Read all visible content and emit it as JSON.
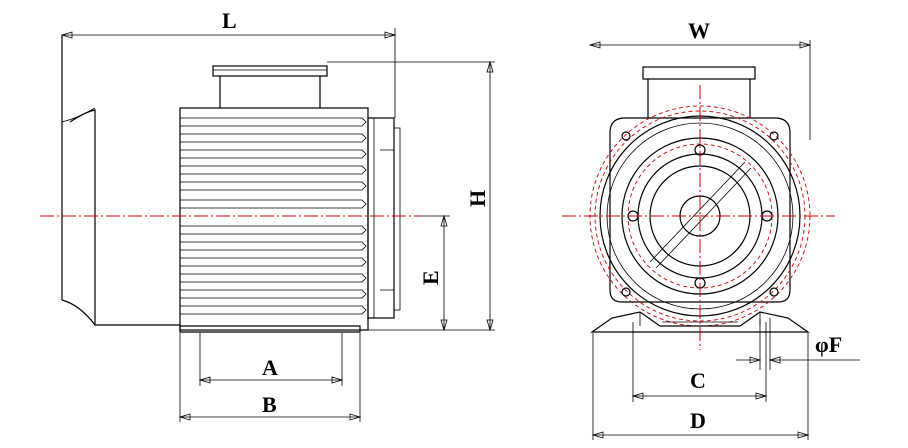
{
  "diagram": {
    "labels": {
      "L": "L",
      "H": "H",
      "E": "E",
      "A": "A",
      "B": "B",
      "W": "W",
      "C": "C",
      "D": "D",
      "F": "φF"
    },
    "colors": {
      "outline": "#000000",
      "centerline": "#d00000"
    }
  }
}
